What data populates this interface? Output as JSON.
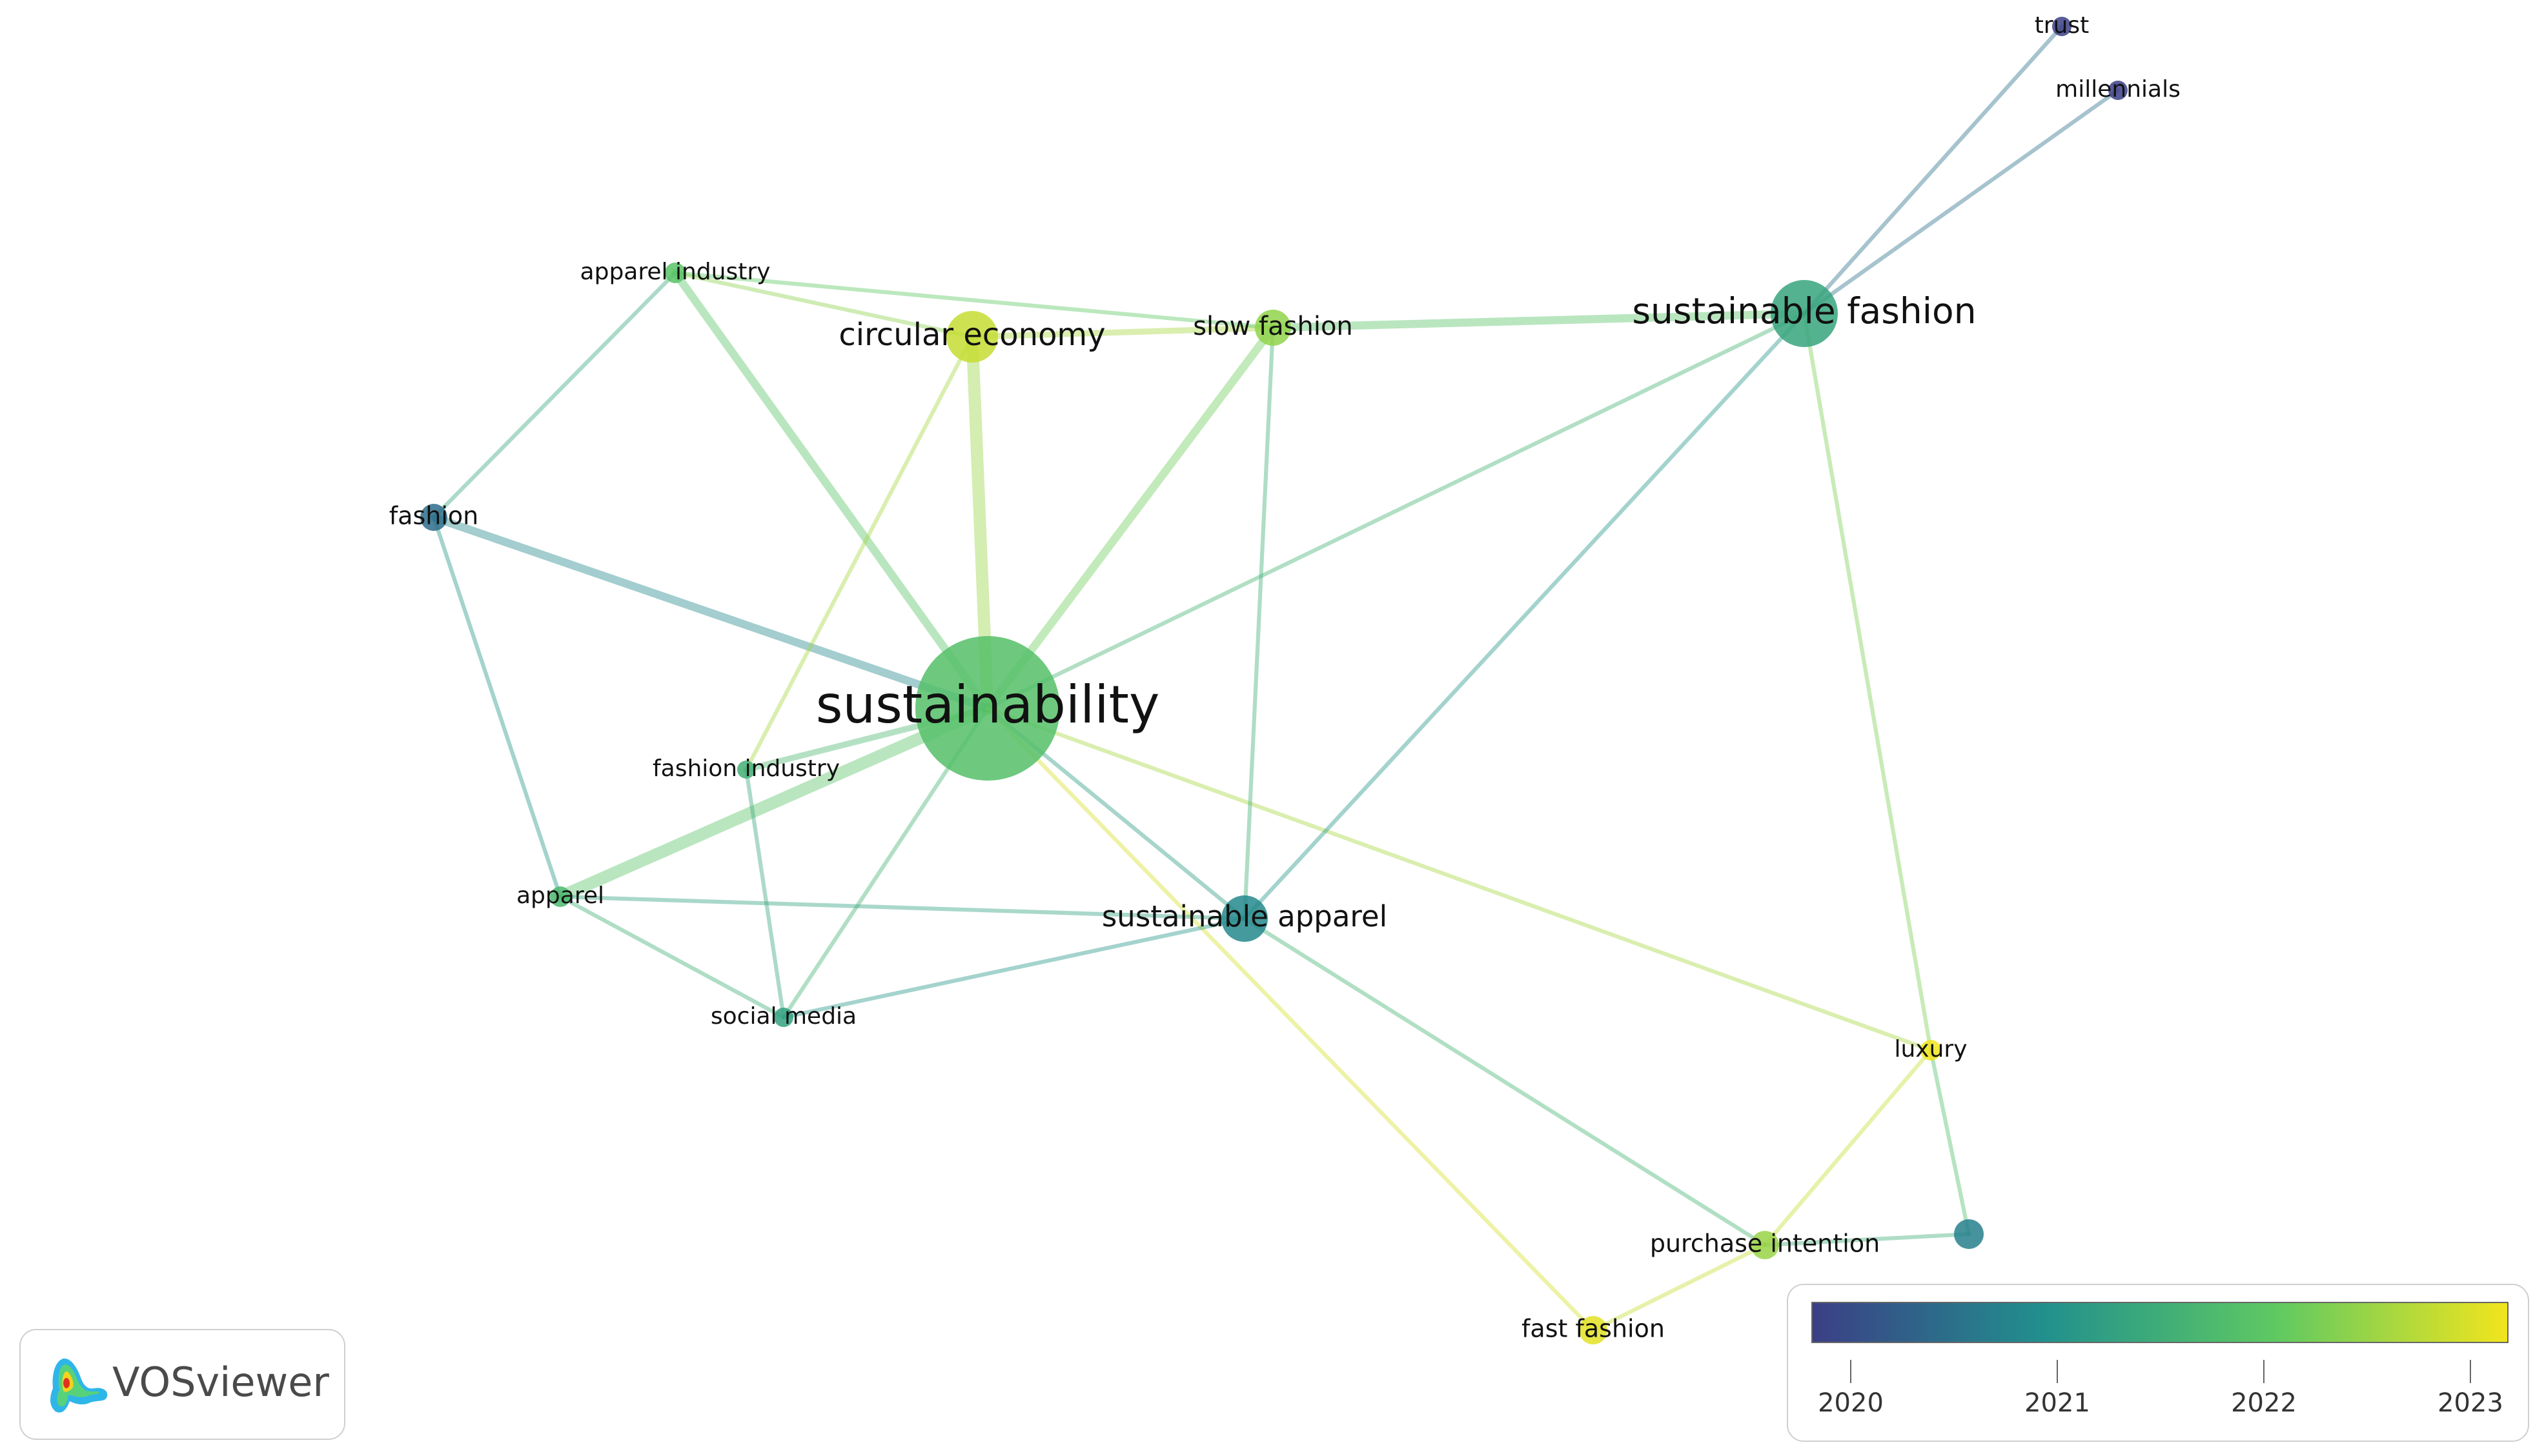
{
  "colors": {
    "c2020": "#3b3f86",
    "c2021": "#21908d",
    "c2022": "#5ec962",
    "c2023": "#f1e51d"
  },
  "nodes": [
    {
      "id": "sustainability",
      "label": "sustainability",
      "year": 2021.85
    },
    {
      "id": "circular-economy",
      "label": "circular economy",
      "year": 2022.7
    },
    {
      "id": "slow-fashion",
      "label": "slow fashion",
      "year": 2022.35
    },
    {
      "id": "sustainable-fashion",
      "label": "sustainable fashion",
      "year": 2021.35
    },
    {
      "id": "sustainable-apparel",
      "label": "sustainable apparel",
      "year": 2020.9
    },
    {
      "id": "fashion",
      "label": "fashion",
      "year": 2020.55
    },
    {
      "id": "apparel-industry",
      "label": "apparel industry",
      "year": 2021.9
    },
    {
      "id": "fashion-industry",
      "label": "fashion industry",
      "year": 2021.55
    },
    {
      "id": "apparel",
      "label": "apparel",
      "year": 2021.7
    },
    {
      "id": "social-media",
      "label": "social media",
      "year": 2021.3
    },
    {
      "id": "luxury",
      "label": "luxury",
      "year": 2023.0
    },
    {
      "id": "purchase-intention",
      "label": "purchase intention",
      "year": 2022.4
    },
    {
      "id": "fast-fashion",
      "label": "fast fashion",
      "year": 2022.9
    },
    {
      "id": "trust",
      "label": "trust",
      "year": 2019.95
    },
    {
      "id": "millennials",
      "label": "millennials",
      "year": 2019.95
    },
    {
      "id": "unlabeled-node",
      "label": "",
      "year": 2020.8
    }
  ],
  "links": [
    {
      "source": "sustainability",
      "target": "circular-economy",
      "strength": 5,
      "year": 2022.4
    },
    {
      "source": "sustainability",
      "target": "slow-fashion",
      "strength": 3,
      "year": 2022.1
    },
    {
      "source": "sustainability",
      "target": "apparel-industry",
      "strength": 3,
      "year": 2021.9
    },
    {
      "source": "sustainability",
      "target": "fashion",
      "strength": 3,
      "year": 2020.9
    },
    {
      "source": "sustainability",
      "target": "apparel",
      "strength": 5,
      "year": 2021.9
    },
    {
      "source": "sustainability",
      "target": "fashion-industry",
      "strength": 2,
      "year": 2021.7
    },
    {
      "source": "sustainability",
      "target": "sustainable-fashion",
      "strength": 1,
      "year": 2021.6
    },
    {
      "source": "sustainability",
      "target": "sustainable-apparel",
      "strength": 1,
      "year": 2021.2
    },
    {
      "source": "sustainability",
      "target": "social-media",
      "strength": 1,
      "year": 2021.6
    },
    {
      "source": "sustainability",
      "target": "luxury",
      "strength": 1,
      "year": 2022.5
    },
    {
      "source": "sustainability",
      "target": "fast-fashion",
      "strength": 1,
      "year": 2022.8
    },
    {
      "source": "slow-fashion",
      "target": "sustainable-fashion",
      "strength": 3,
      "year": 2021.9
    },
    {
      "source": "circular-economy",
      "target": "slow-fashion",
      "strength": 2,
      "year": 2022.5
    },
    {
      "source": "apparel-industry",
      "target": "slow-fashion",
      "strength": 1,
      "year": 2022.0
    },
    {
      "source": "apparel-industry",
      "target": "circular-economy",
      "strength": 1,
      "year": 2022.3
    },
    {
      "source": "apparel-industry",
      "target": "fashion",
      "strength": 1,
      "year": 2021.4
    },
    {
      "source": "circular-economy",
      "target": "fashion-industry",
      "strength": 1,
      "year": 2022.5
    },
    {
      "source": "slow-fashion",
      "target": "sustainable-apparel",
      "strength": 1,
      "year": 2021.5
    },
    {
      "source": "sustainable-fashion",
      "target": "sustainable-apparel",
      "strength": 1,
      "year": 2021.1
    },
    {
      "source": "sustainable-fashion",
      "target": "trust",
      "strength": 1,
      "year": 2020.6
    },
    {
      "source": "sustainable-fashion",
      "target": "millennials",
      "strength": 1,
      "year": 2020.6
    },
    {
      "source": "sustainable-fashion",
      "target": "luxury",
      "strength": 1,
      "year": 2022.2
    },
    {
      "source": "fashion",
      "target": "apparel",
      "strength": 1,
      "year": 2021.1
    },
    {
      "source": "apparel",
      "target": "sustainable-apparel",
      "strength": 1,
      "year": 2021.3
    },
    {
      "source": "apparel",
      "target": "social-media",
      "strength": 1,
      "year": 2021.5
    },
    {
      "source": "fashion-industry",
      "target": "social-media",
      "strength": 1,
      "year": 2021.4
    },
    {
      "source": "social-media",
      "target": "sustainable-apparel",
      "strength": 1,
      "year": 2021.1
    },
    {
      "source": "sustainable-apparel",
      "target": "purchase-intention",
      "strength": 1,
      "year": 2021.6
    },
    {
      "source": "luxury",
      "target": "purchase-intention",
      "strength": 1,
      "year": 2022.7
    },
    {
      "source": "luxury",
      "target": "unlabeled-node",
      "strength": 1,
      "year": 2021.8
    },
    {
      "source": "purchase-intention",
      "target": "fast-fashion",
      "strength": 1,
      "year": 2022.7
    },
    {
      "source": "purchase-intention",
      "target": "unlabeled-node",
      "strength": 1,
      "year": 2021.5
    }
  ],
  "legend": {
    "ticks": [
      "2020",
      "2021",
      "2022",
      "2023"
    ]
  },
  "logo": {
    "text": "VOSviewer"
  }
}
